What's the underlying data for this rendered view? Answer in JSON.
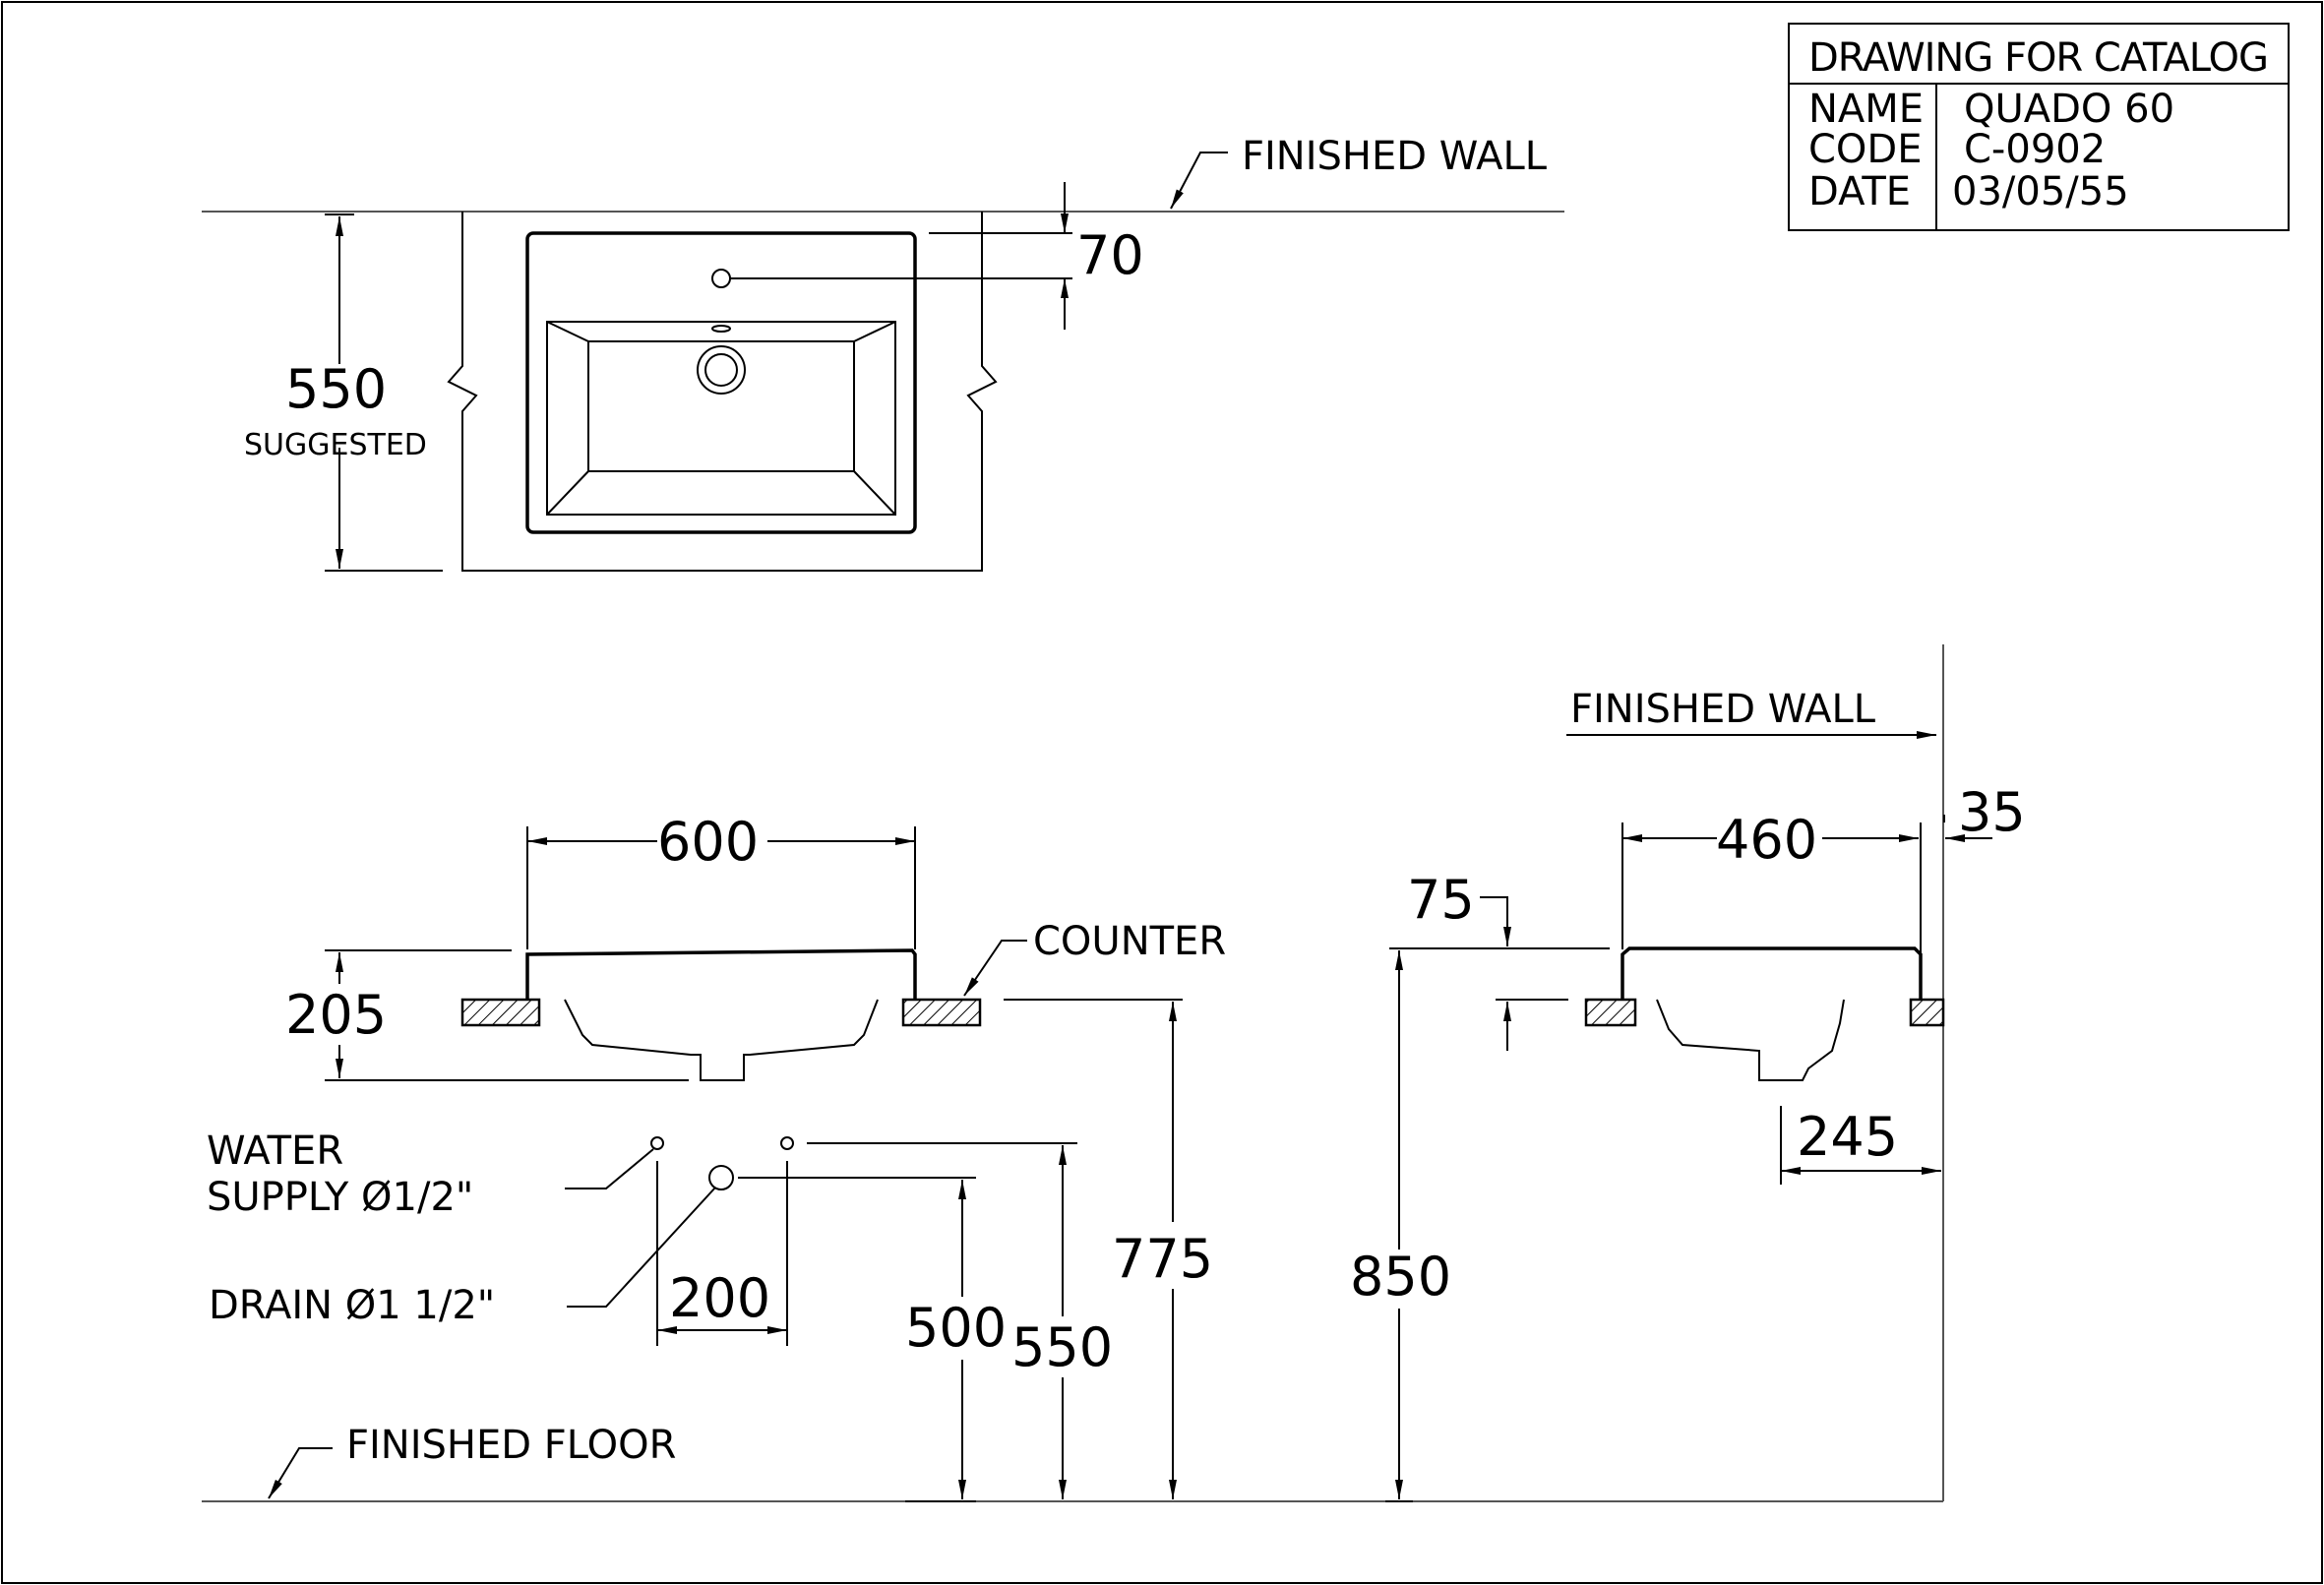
{
  "title_block": {
    "heading": "DRAWING FOR CATALOG",
    "name_label": "NAME",
    "name_value": "QUADO 60",
    "code_label": "CODE",
    "code_value": "C-0902",
    "date_label": "DATE",
    "date_value": "03/05/55"
  },
  "labels": {
    "finished_wall_top": "FINISHED WALL",
    "finished_wall_side": "FINISHED WALL",
    "counter": "COUNTER",
    "finished_floor": "FINISHED FLOOR",
    "suggested": "SUGGESTED",
    "water_supply_line1": "WATER",
    "water_supply_line2": "SUPPLY Ø1/2\"",
    "drain": "DRAIN Ø1 1/2\""
  },
  "dimensions": {
    "plan_depth": "550",
    "faucet_offset": "70",
    "width": "600",
    "bowl_height": "205",
    "supply_height": "550",
    "drain_height": "500",
    "spacing": "200",
    "counter_height": "775",
    "rim_height": "850",
    "rim_thickness": "75",
    "side_depth": "460",
    "wall_gap": "35",
    "drain_from_wall": "245"
  }
}
